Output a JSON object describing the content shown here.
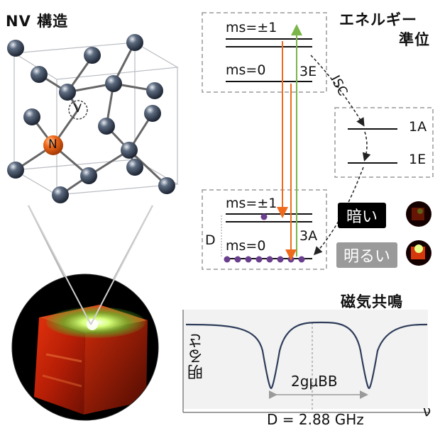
{
  "titles": {
    "nv_structure": "NV 構造",
    "energy_levels_line1": "エネルギー",
    "energy_levels_line2": "準位",
    "magnetic_resonance": "磁気共鳴"
  },
  "lattice": {
    "vacancy_label": "V",
    "nitrogen_label": "N"
  },
  "levels": {
    "excited_pm1": "ms=±1",
    "excited_0": "ms=0",
    "excited_state": "3E",
    "ground_pm1": "ms=±1",
    "ground_0": "ms=0",
    "ground_state": "3A",
    "singlet_upper": "1A",
    "singlet_lower": "1E",
    "isc": "ISC",
    "zero_field_split": "D"
  },
  "brightness": {
    "dark": "暗い",
    "bright": "明るい"
  },
  "odmr": {
    "ylabel": "明るさ",
    "xlabel": "ν",
    "splitting_label": "2gμBB",
    "center_label": "D = 2.88 GHz"
  },
  "colors": {
    "orange": "#f06a1c",
    "green": "#7ab648",
    "purple": "#6a3d8e",
    "curve": "#2e3d5a",
    "box_dash": "#9a9a9a"
  }
}
